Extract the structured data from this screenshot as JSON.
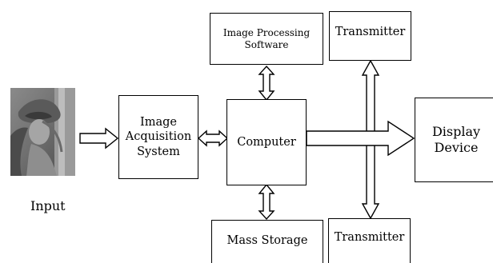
{
  "diagram": {
    "input_label": "Input",
    "nodes": {
      "image_processing_software": "Image Processing\nSoftware",
      "image_acquisition_system": "Image\nAcquisition\nSystem",
      "computer": "Computer",
      "mass_storage": "Mass Storage",
      "transmitter_top": "Transmitter",
      "transmitter_bottom": "Transmitter",
      "display_device": "Display\nDevice"
    },
    "input_image": "grayscale-portrait-photo",
    "colors": {
      "line": "#000000",
      "background": "#ffffff"
    }
  }
}
